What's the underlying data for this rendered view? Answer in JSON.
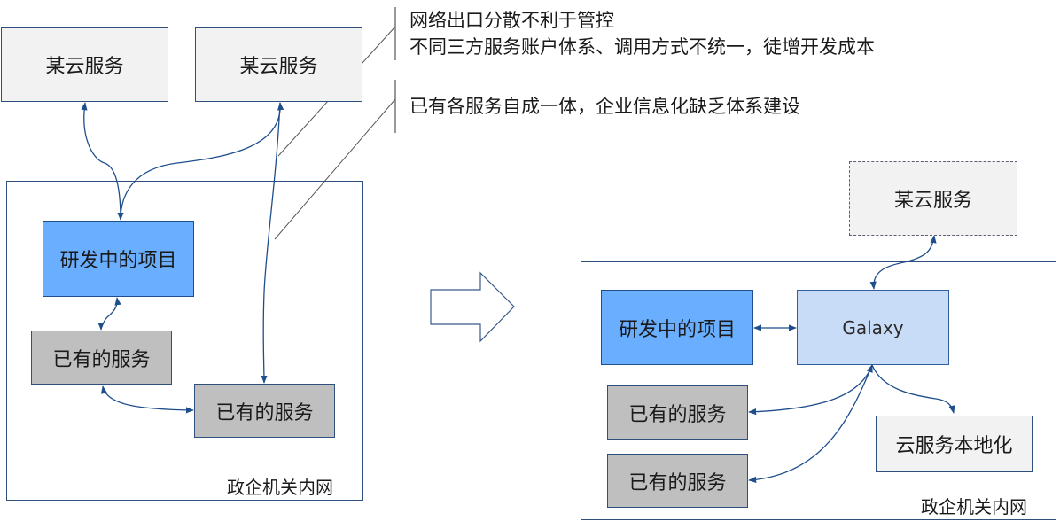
{
  "left": {
    "cloud_1": "某云服务",
    "cloud_2": "某云服务",
    "project": "研发中的项目",
    "service_1": "已有的服务",
    "service_2": "已有的服务",
    "network_label": "政企机关内网"
  },
  "notes": {
    "note_1_line_1": "网络出口分散不利于管控",
    "note_1_line_2": "不同三方服务账户体系、调用方式不统一，徒增开发成本",
    "note_2": "已有各服务自成一体，企业信息化缺乏体系建设"
  },
  "right": {
    "cloud": "某云服务",
    "project": "研发中的项目",
    "galaxy": "Galaxy",
    "service_1": "已有的服务",
    "service_2": "已有的服务",
    "localization": "云服务本地化",
    "network_label": "政企机关内网"
  },
  "colors": {
    "line": "#1f4e8c",
    "project": "#6aaeff",
    "service": "#bfbfbf",
    "galaxy": "#c9dcf7",
    "cloud": "#f2f2f2"
  }
}
